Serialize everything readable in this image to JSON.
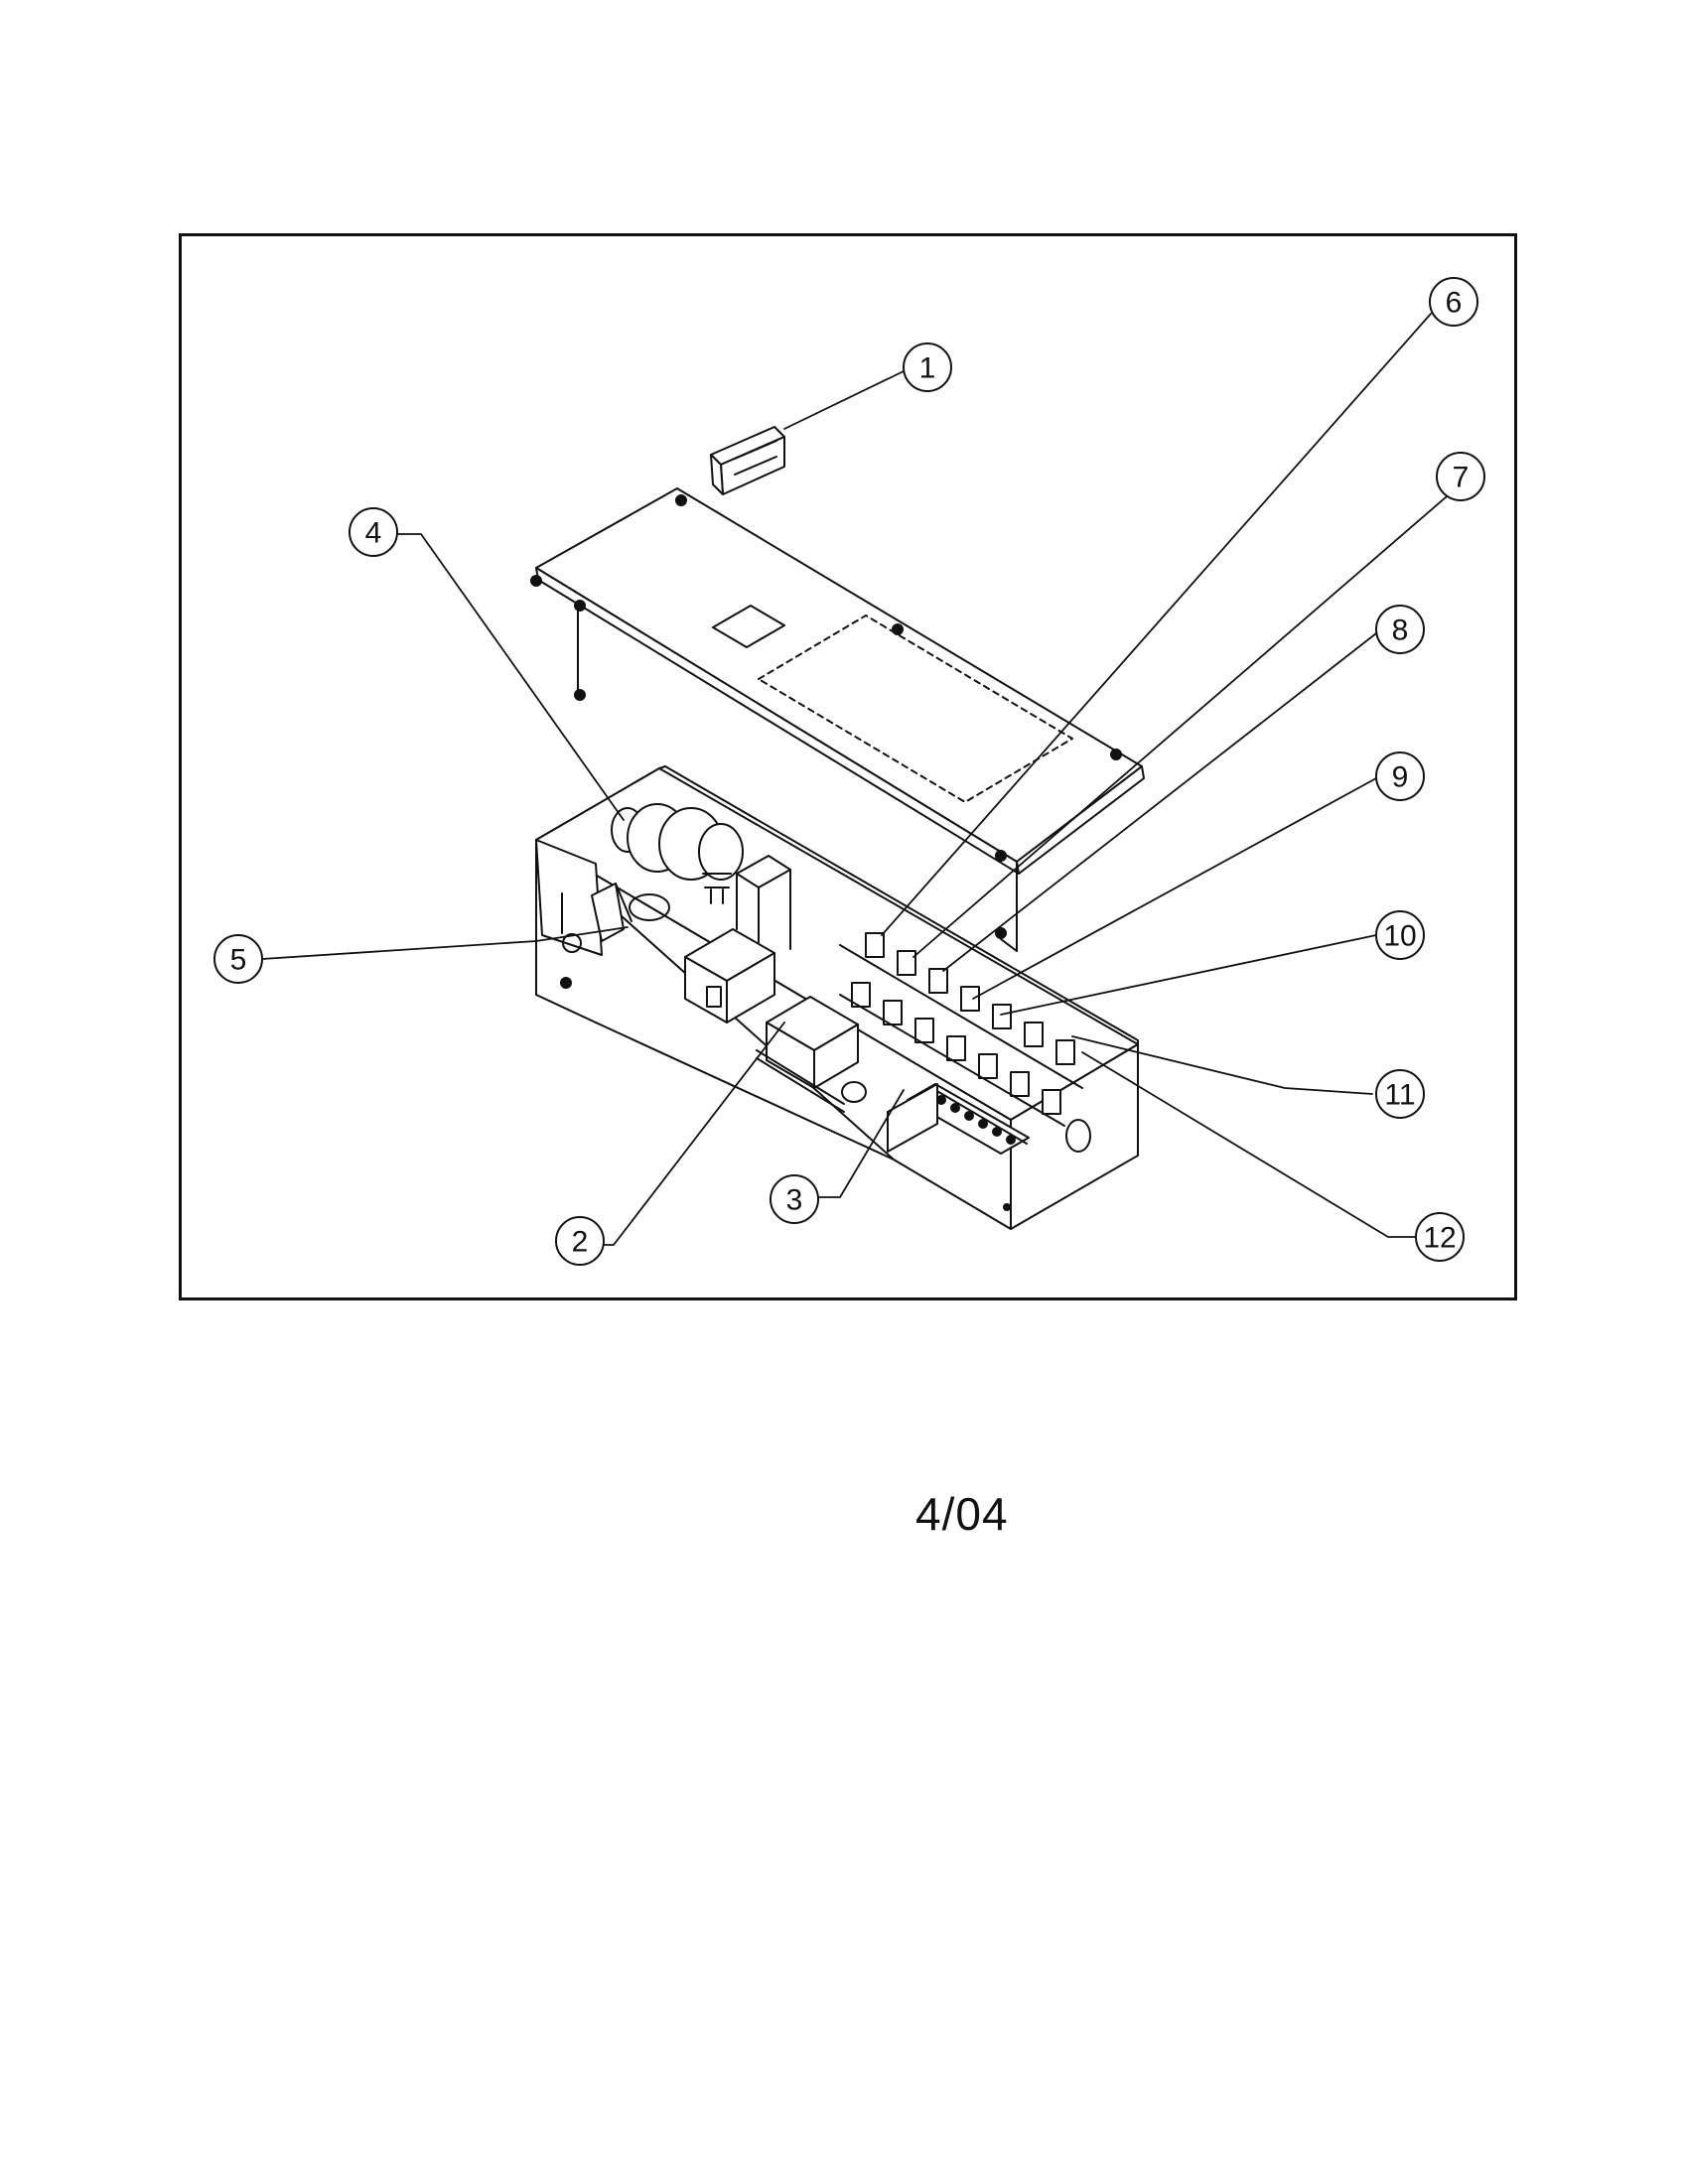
{
  "document": {
    "date_code": "4/04"
  },
  "callouts": [
    {
      "id": "c1",
      "label": "1"
    },
    {
      "id": "c2",
      "label": "2"
    },
    {
      "id": "c3",
      "label": "3"
    },
    {
      "id": "c4",
      "label": "4"
    },
    {
      "id": "c5",
      "label": "5"
    },
    {
      "id": "c6",
      "label": "6"
    },
    {
      "id": "c7",
      "label": "7"
    },
    {
      "id": "c8",
      "label": "8"
    },
    {
      "id": "c9",
      "label": "9"
    },
    {
      "id": "c10",
      "label": "10"
    },
    {
      "id": "c11",
      "label": "11"
    },
    {
      "id": "c12",
      "label": "12"
    }
  ],
  "colors": {
    "ink": "#111111",
    "paper": "#ffffff"
  }
}
